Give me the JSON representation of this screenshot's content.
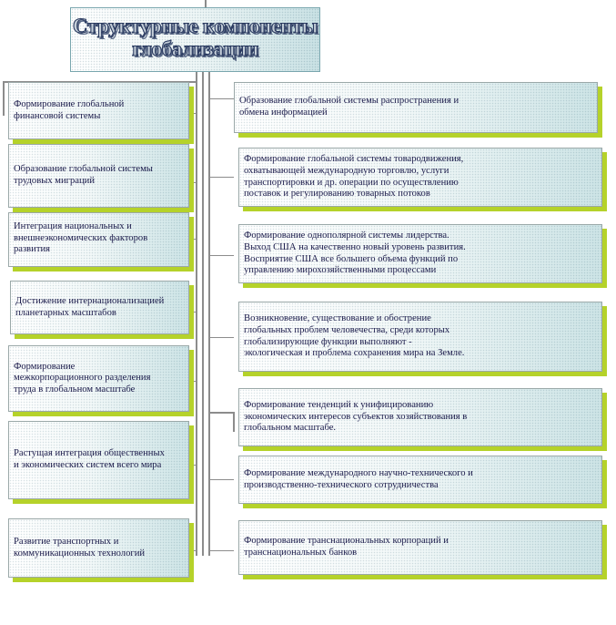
{
  "title": "Структурные компоненты\nглобализации",
  "left_boxes": [
    "Формирование глобальной\nфинансовой системы",
    "Образование глобальной системы\nтрудовых миграций",
    "Интеграция национальных и\nвнешнеэкономических факторов\nразвития",
    "Достижение интернационализацией\nпланетарных масштабов",
    "Формирование\nмежкорпорационного разделения\nтруда в глобальном масштабе",
    "Растущая интеграция общественных\nи экономических систем всего мира",
    "Развитие транспортных и\nкоммуникационных технологий"
  ],
  "right_boxes": [
    "Образование глобальной системы распространения и\nобмена информацией",
    "Формирование глобальной системы товародвижения,\nохватывающей международную торговлю, услуги\nтранспортировки и др. операции по осуществлению\nпоставок и регулированию товарных потоков",
    "Формирование однополярной системы лидерства.\nВыход США на качественно новый уровень развития.\nВосприятие США все большего объема функций по\nуправлению мирохозяйственными процессами",
    "Возникновение, существование и обострение\nглобальных проблем человечества, среди которых\nглобализирующие функции выполняют  -\nэкологическая и проблема сохранения мира на Земле.",
    "Формирование тенденций к унифицированию\nэкономических интересов субъектов хозяйствования в\nглобальном масштабе.",
    "Формирование международного научно-технического и\nпроизводственно-технического сотрудничества",
    "Формирование транснациональных корпораций и\nтранснациональных банков"
  ]
}
